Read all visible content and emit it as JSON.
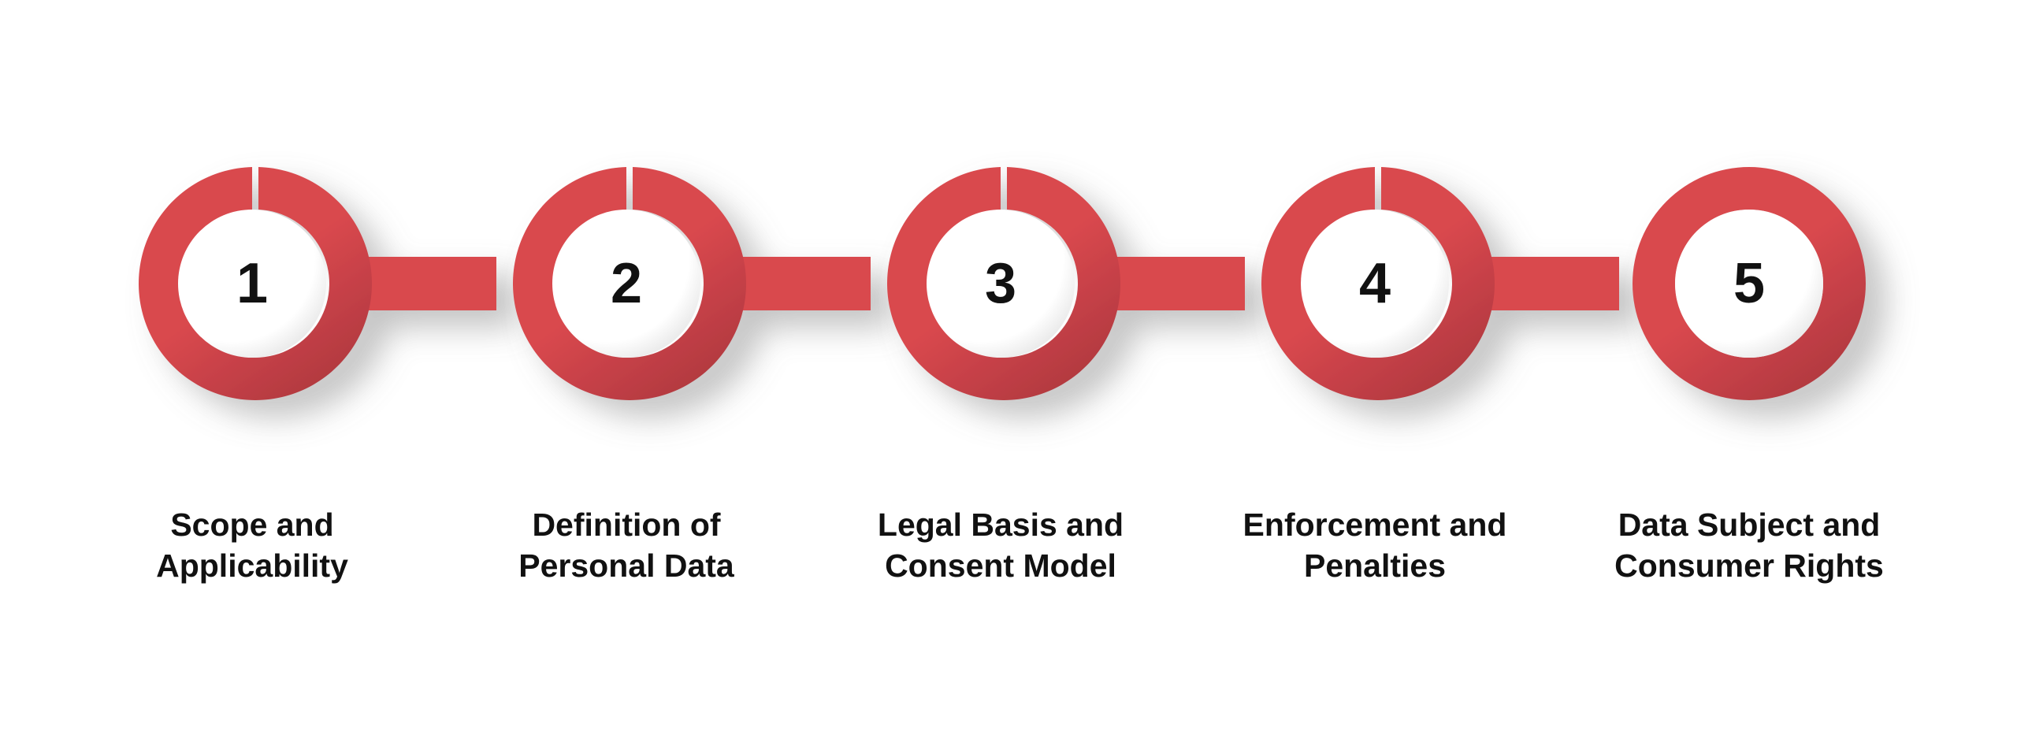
{
  "accent_color": "#d9484e",
  "accent_dark": "#b93a40",
  "background_color": "#ffffff",
  "text_color": "#111111",
  "diagram": {
    "type": "process-chain",
    "orientation": "horizontal",
    "step_count": 5,
    "steps": [
      {
        "number": "1",
        "label": "Scope and\nApplicability",
        "label_line1": "Scope and",
        "label_line2": "Applicability",
        "has_top_gap": true,
        "has_right_connector": true
      },
      {
        "number": "2",
        "label": "Definition of\nPersonal Data",
        "label_line1": "Definition of",
        "label_line2": "Personal Data",
        "has_top_gap": true,
        "has_right_connector": true
      },
      {
        "number": "3",
        "label": "Legal Basis and\nConsent Model",
        "label_line1": "Legal Basis and",
        "label_line2": "Consent Model",
        "has_top_gap": true,
        "has_right_connector": true
      },
      {
        "number": "4",
        "label": "Enforcement and\nPenalties",
        "label_line1": "Enforcement and",
        "label_line2": "Penalties",
        "has_top_gap": true,
        "has_right_connector": true
      },
      {
        "number": "5",
        "label": "Data Subject and\nConsumer Rights",
        "label_line1": "Data Subject and",
        "label_line2": "Consumer Rights",
        "has_top_gap": false,
        "has_right_connector": false
      }
    ]
  }
}
